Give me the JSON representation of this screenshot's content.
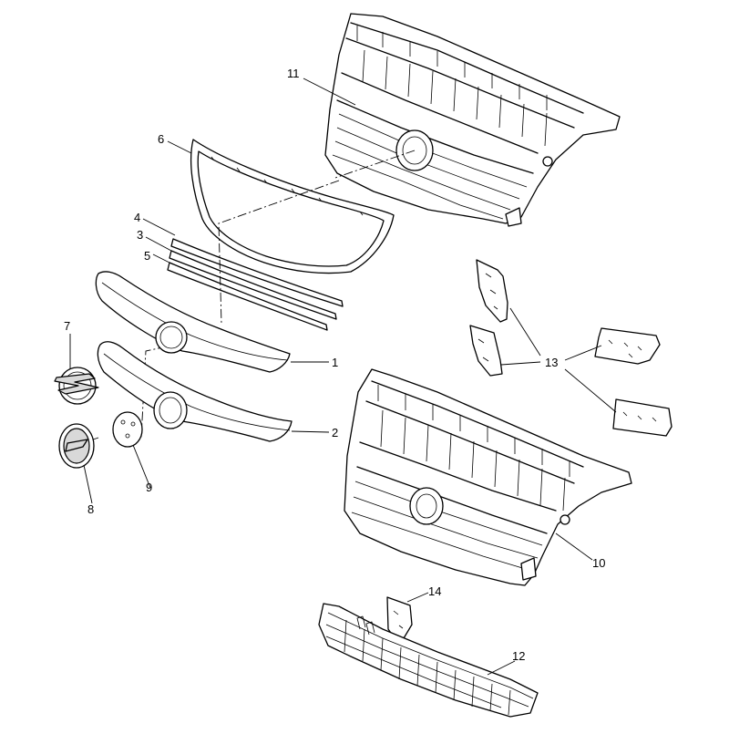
{
  "callouts": [
    {
      "id": "c1",
      "label": "1"
    },
    {
      "id": "c2",
      "label": "2"
    },
    {
      "id": "c3",
      "label": "3"
    },
    {
      "id": "c4",
      "label": "4"
    },
    {
      "id": "c5",
      "label": "5"
    },
    {
      "id": "c6",
      "label": "6"
    },
    {
      "id": "c7",
      "label": "7"
    },
    {
      "id": "c8",
      "label": "8"
    },
    {
      "id": "c9",
      "label": "9"
    },
    {
      "id": "c10",
      "label": "10"
    },
    {
      "id": "c11",
      "label": "11"
    },
    {
      "id": "c12",
      "label": "12"
    },
    {
      "id": "c13",
      "label": "13"
    },
    {
      "id": "c14",
      "label": "14"
    }
  ]
}
